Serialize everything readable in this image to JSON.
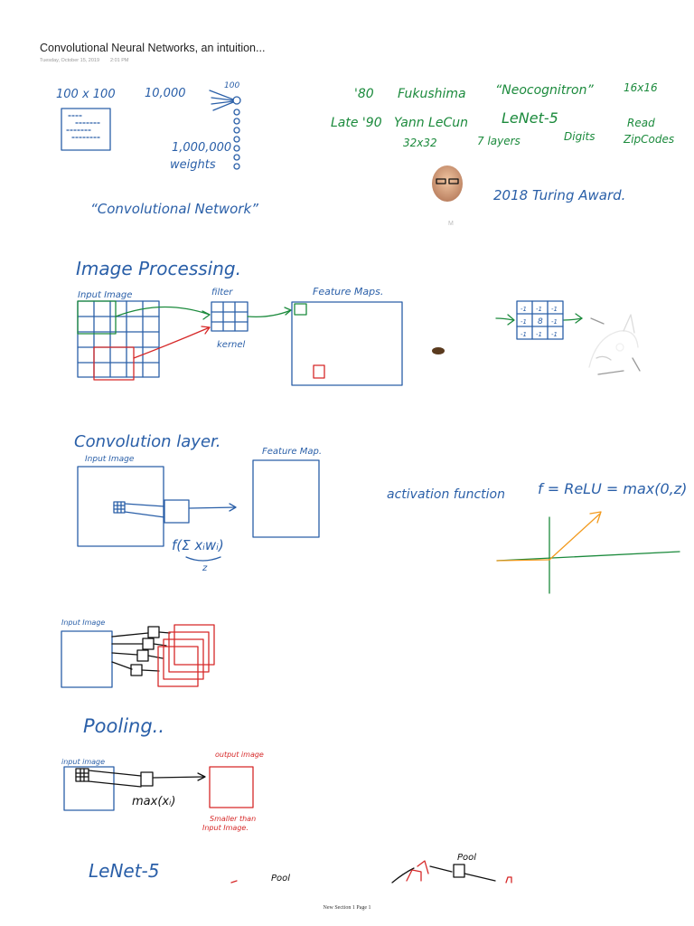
{
  "header": {
    "title": "Convolutional Neural Networks, an intuition...",
    "date": "Tuesday, October 15, 2019",
    "time": "2:01 PM"
  },
  "notes": {
    "dims": "100 x 100",
    "pixels": "10,000",
    "hundred": "100",
    "weights_count": "1,000,000",
    "weights_word": "weights",
    "conv_net": "“Convolutional Network”",
    "year_80": "'80",
    "fukushima": "Fukushima",
    "neocognitron": "“Neocognitron”",
    "res16": "16x16",
    "late90": "Late '90",
    "lecun": "Yann LeCun",
    "lenet5": "LeNet-5",
    "read": "Read",
    "res32": "32x32",
    "layers7": "7 layers",
    "digits": "Digits",
    "zipcodes": "ZipCodes",
    "turing": "2018 Turing Award.",
    "image_processing": "Image Processing.",
    "input_image": "Input Image",
    "filter": "filter",
    "kernel": "kernel",
    "feature_maps": "Feature Maps.",
    "k_neg": "-1",
    "k_center": "8",
    "conv_layer": "Convolution layer.",
    "input_image2": "Input Image",
    "feature_map": "Feature Map.",
    "f_formula": "f(Σ xᵢwᵢ)",
    "z_label": "z",
    "activation": "activation function",
    "relu": "f = ReLU = max(0,z)",
    "input_image3": "Input Image",
    "pooling": "Pooling..",
    "input_image4": "input image",
    "output_image": "output image",
    "max_formula": "max(xᵢ)",
    "smaller": "Smaller than",
    "input_image5": "Input Image.",
    "lenet_section": "LeNet-5",
    "pool_a": "Pool",
    "pool_b": "Pool"
  },
  "images": {
    "portrait": "portrait-photo",
    "squirrel": "squirrel-photo",
    "edges": "edge-detected-photo"
  },
  "footer": {
    "page": "New Section 1 Page 1"
  },
  "colors": {
    "ink_blue": "#2a5fa8",
    "ink_green": "#1b8a3c",
    "ink_red": "#d62828",
    "ink_black": "#111111",
    "ink_orange": "#f29a1e"
  }
}
